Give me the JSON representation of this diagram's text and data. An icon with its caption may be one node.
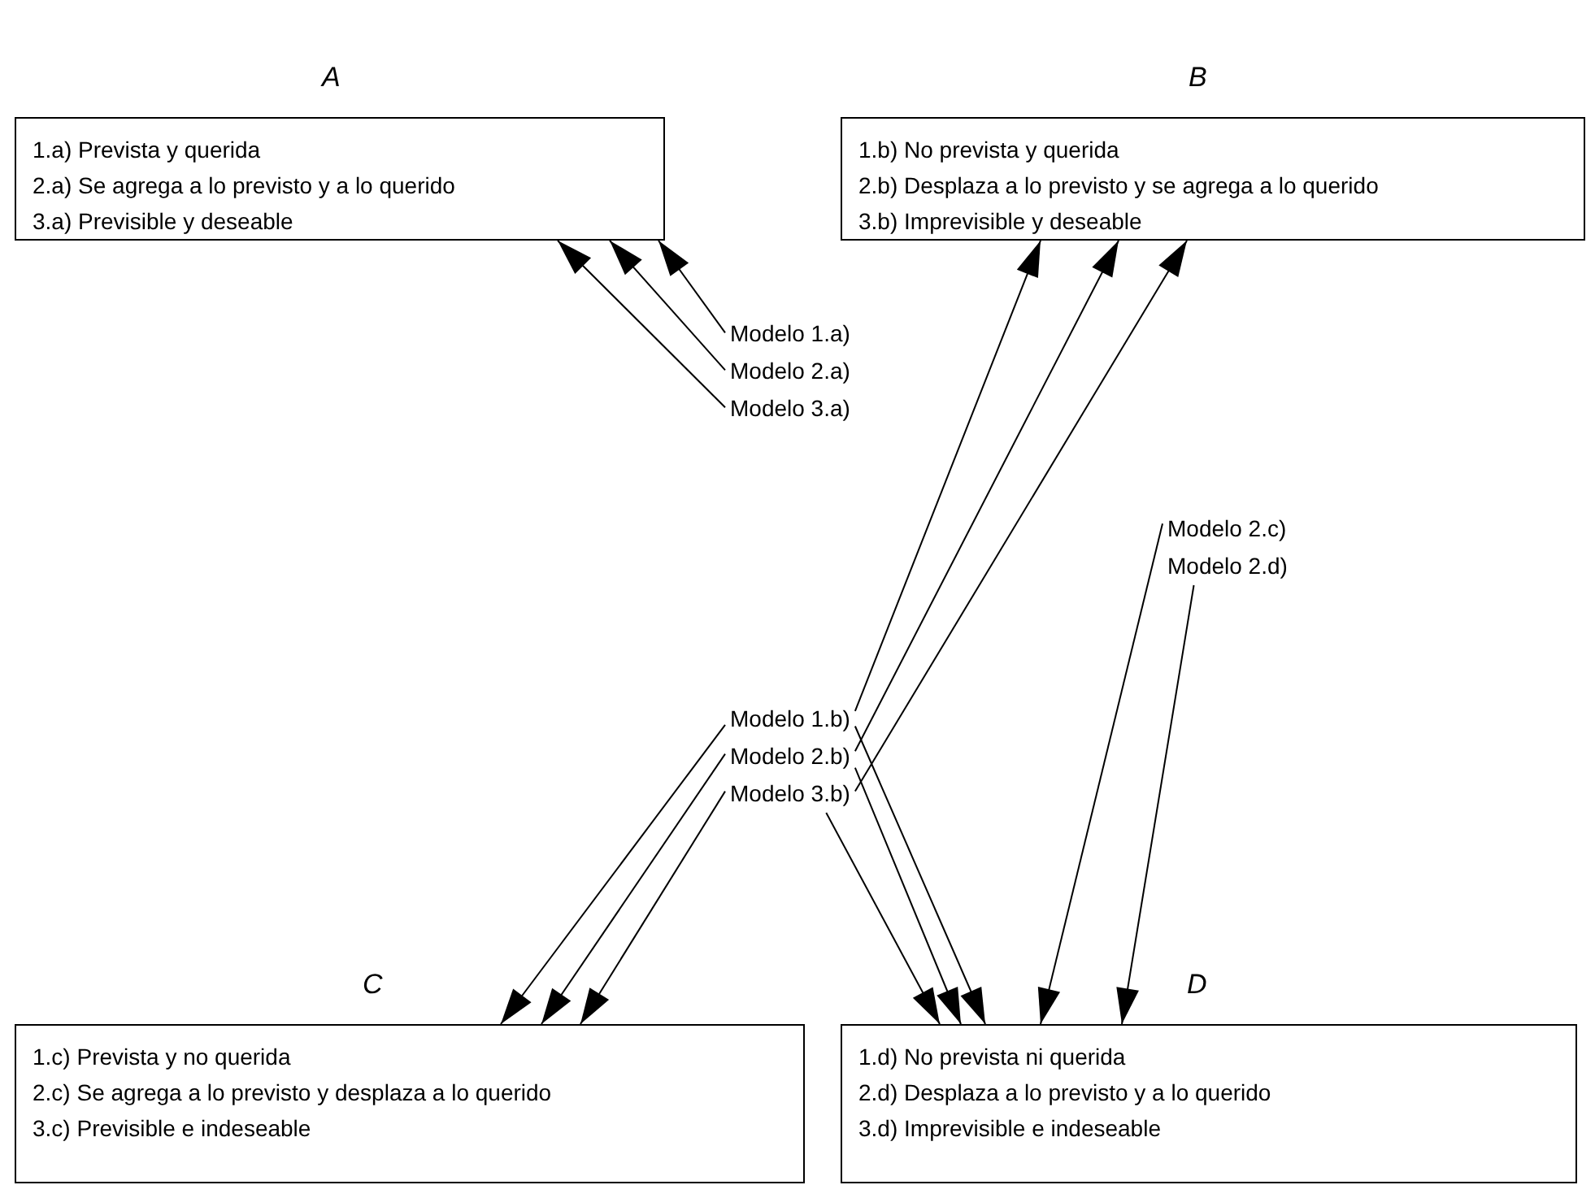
{
  "diagram": {
    "nodes": [
      {
        "text": [
          "A",
          "1.a) Prevista y querida",
          "2.a) Se agrega a lo previsto y a lo querido",
          "3.a) Previsible y deseable"
        ]
      },
      {
        "text": [
          "B",
          "1.b) No prevista y querida",
          "2.b) Desplaza a lo previsto y se agrega a lo querido",
          "3.b) Imprevisible y deseable"
        ]
      },
      {
        "text": [
          "C",
          "1.c) Prevista y no querida",
          "2.c) Se agrega a lo previsto y desplaza a lo querido",
          "3.c) Previsible e indeseable"
        ]
      },
      {
        "text": [
          "D",
          "1.d) No prevista ni querida",
          "2.d) Desplaza a lo previsto y a lo querido",
          "3.d) Imprevisible e indeseable"
        ]
      },
      {
        "text": [
          "Modelo 1.a)"
        ]
      },
      {
        "text": [
          "Modelo 2.a)"
        ]
      },
      {
        "text": [
          "Modelo 3.a)"
        ]
      },
      {
        "text": [
          "Modelo 1.b)"
        ]
      },
      {
        "text": [
          "Modelo 2.b)"
        ]
      },
      {
        "text": [
          "Modelo 3.b)"
        ]
      },
      {
        "text": [
          "Modelo 2.c)"
        ]
      },
      {
        "text": [
          "Modelo 2.d)"
        ]
      }
    ],
    "edges": [
      {
        "from": 4,
        "to": 0,
        "arrow": "to"
      },
      {
        "from": 5,
        "to": 0,
        "arrow": "to"
      },
      {
        "from": 6,
        "to": 0,
        "arrow": "to"
      },
      {
        "from": 7,
        "to": 1,
        "arrow": "to"
      },
      {
        "from": 8,
        "to": 1,
        "arrow": "to"
      },
      {
        "from": 9,
        "to": 1,
        "arrow": "to"
      },
      {
        "from": 7,
        "to": 2,
        "arrow": "to"
      },
      {
        "from": 8,
        "to": 2,
        "arrow": "to"
      },
      {
        "from": 9,
        "to": 2,
        "arrow": "to"
      },
      {
        "from": 7,
        "to": 3,
        "arrow": "to"
      },
      {
        "from": 8,
        "to": 3,
        "arrow": "to"
      },
      {
        "from": 9,
        "to": 3,
        "arrow": "to"
      },
      {
        "from": 10,
        "to": 3,
        "arrow": "to"
      },
      {
        "from": 11,
        "to": 3,
        "arrow": "to"
      }
    ]
  }
}
